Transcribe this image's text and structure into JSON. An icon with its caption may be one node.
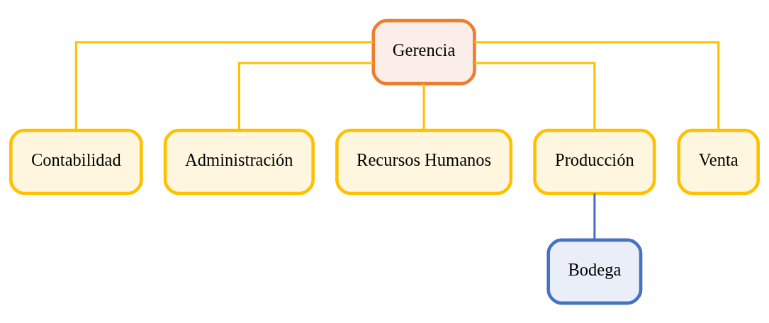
{
  "diagram": {
    "nodes": [
      {
        "text": [
          "Gerencia"
        ]
      },
      {
        "text": [
          "Contabilidad"
        ]
      },
      {
        "text": [
          "Administración"
        ]
      },
      {
        "text": [
          "Recursos Humanos"
        ]
      },
      {
        "text": [
          "Producción"
        ]
      },
      {
        "text": [
          "Venta"
        ]
      },
      {
        "text": [
          "Bodega"
        ]
      }
    ],
    "edges": [
      {
        "from": 0,
        "to": 1,
        "arrow": "none"
      },
      {
        "from": 0,
        "to": 2,
        "arrow": "none"
      },
      {
        "from": 0,
        "to": 3,
        "arrow": "none"
      },
      {
        "from": 0,
        "to": 4,
        "arrow": "none"
      },
      {
        "from": 0,
        "to": 5,
        "arrow": "none"
      },
      {
        "from": 4,
        "to": 6,
        "arrow": "none",
        "color": "#4472c4"
      }
    ]
  }
}
